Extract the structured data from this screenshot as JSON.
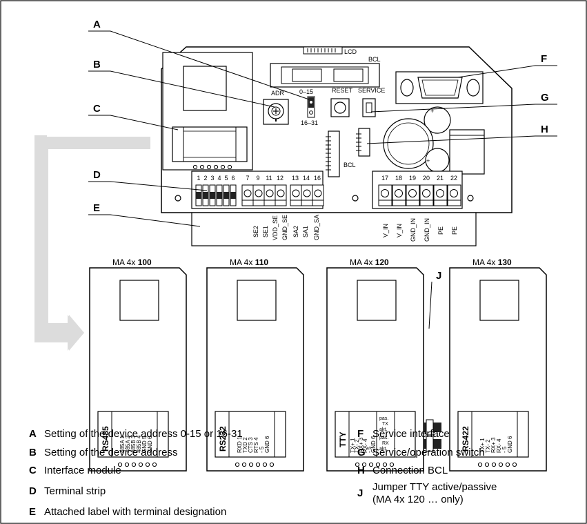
{
  "callouts": {
    "A": "A",
    "B": "B",
    "C": "C",
    "D": "D",
    "E": "E",
    "F": "F",
    "G": "G",
    "H": "H",
    "J": "J"
  },
  "board": {
    "lcd": "LCD",
    "bcl_top": "BCL",
    "bcl_side": "BCL",
    "adr": "ADR",
    "range_low": "0–15",
    "range_high": "16–31",
    "reset": "RESET",
    "service": "SERVICE"
  },
  "left_terminals": {
    "numbers": [
      "1",
      "2",
      "3",
      "4",
      "5",
      "6",
      "7",
      "9",
      "11",
      "12",
      "13",
      "14",
      "16"
    ]
  },
  "right_terminals": {
    "numbers": [
      "17",
      "18",
      "19",
      "20",
      "21",
      "22"
    ]
  },
  "label_strip": {
    "left": [
      "SE2",
      "SE1",
      "VDD_SE",
      "GND_SE",
      "SA2",
      "SA1",
      "GND_SA"
    ],
    "right": [
      "V_IN",
      "V_IN",
      "GND_IN",
      "GND_IN",
      "PE",
      "PE"
    ]
  },
  "modules": [
    {
      "title_prefix": "MA 4x ",
      "title_bold": "100",
      "type": "RS485",
      "pins": [
        "485A 1",
        "485A 2",
        "485B 3",
        "485B 4",
        "GND 5",
        "GND 6"
      ]
    },
    {
      "title_prefix": "MA 4x ",
      "title_bold": "110",
      "type": "RS232",
      "pins": [
        "RXD 1",
        "TXD 2",
        "CTS 3",
        "RTS 4",
        "- 5",
        "GND 6"
      ]
    },
    {
      "title_prefix": "MA 4x ",
      "title_bold": "120",
      "type": "TTY",
      "pins": [
        "TX+ 1",
        "TX- 2",
        "RX+ 3",
        "RX- 4",
        "- 5",
        "GND 6"
      ],
      "jumper_labels": [
        "pas.",
        "TX",
        "akt.",
        "pas.",
        "RX",
        "akt."
      ]
    },
    {
      "title_prefix": "MA 4x ",
      "title_bold": "130",
      "type": "RS422",
      "pins": [
        "TX+ 1",
        "TX- 2",
        "RX+ 3",
        "RX- 4",
        "- 5",
        "GND 6"
      ]
    }
  ],
  "legend": {
    "left": [
      {
        "key": "A",
        "text": "Setting of the device address 0-15 or 16-31"
      },
      {
        "key": "B",
        "text": "Setting of the device address"
      },
      {
        "key": "C",
        "text": "Interface module"
      },
      {
        "key": "D",
        "text": "Terminal strip"
      },
      {
        "key": "E",
        "text": "Attached label with terminal designation"
      }
    ],
    "right": [
      {
        "key": "F",
        "text": "Service interface"
      },
      {
        "key": "G",
        "text": "Service/operation switch"
      },
      {
        "key": "H",
        "text": "Connection BCL"
      },
      {
        "key": "J",
        "text": "Jumper TTY active/passive",
        "text2": "(MA 4x 120 … only)"
      }
    ]
  },
  "colors": {
    "line": "#000000",
    "arrow": "#dcdcdc",
    "background": "#ffffff"
  }
}
